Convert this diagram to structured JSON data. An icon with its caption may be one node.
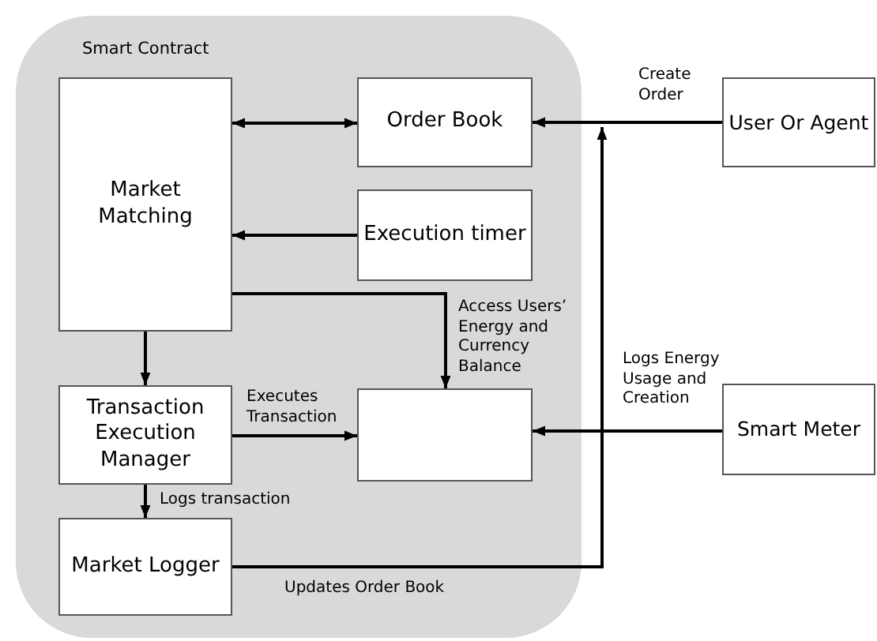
{
  "diagram": {
    "nodes": [
      {
        "text": [
          "Smart Contract"
        ]
      },
      {
        "text": [
          "Market Matching"
        ],
        "in": 0
      },
      {
        "text": [
          "Order Book"
        ],
        "in": 0
      },
      {
        "text": [
          "Execution timer"
        ],
        "in": 0
      },
      {
        "text": [
          "Transaction Execution Manager"
        ],
        "in": 0
      },
      {
        "text": [],
        "shape": "box",
        "in": 0
      },
      {
        "text": [
          "Market Logger"
        ],
        "in": 0
      },
      {
        "text": [
          "User Or Agent"
        ]
      },
      {
        "text": [
          "Smart Meter"
        ]
      }
    ],
    "edges": [
      {
        "from": 1,
        "to": 2,
        "arrow": "both"
      },
      {
        "from": 3,
        "to": 1,
        "arrow": "to"
      },
      {
        "from": 1,
        "to": 5,
        "arrow": "to",
        "label": "Access Users’ Energy and Currency Balance"
      },
      {
        "from": 1,
        "to": 4,
        "arrow": "to"
      },
      {
        "from": 4,
        "to": 5,
        "arrow": "to",
        "label": "Executes Transaction"
      },
      {
        "from": 4,
        "to": 6,
        "arrow": "to",
        "label": "Logs transaction"
      },
      {
        "from": 6,
        "to": 2,
        "arrow": "to",
        "label": "Updates Order Book"
      },
      {
        "from": 7,
        "to": 2,
        "arrow": "to",
        "label": "Create Order"
      },
      {
        "from": 8,
        "to": 5,
        "arrow": "to",
        "label": "Logs Energy Usage and Creation"
      }
    ]
  }
}
